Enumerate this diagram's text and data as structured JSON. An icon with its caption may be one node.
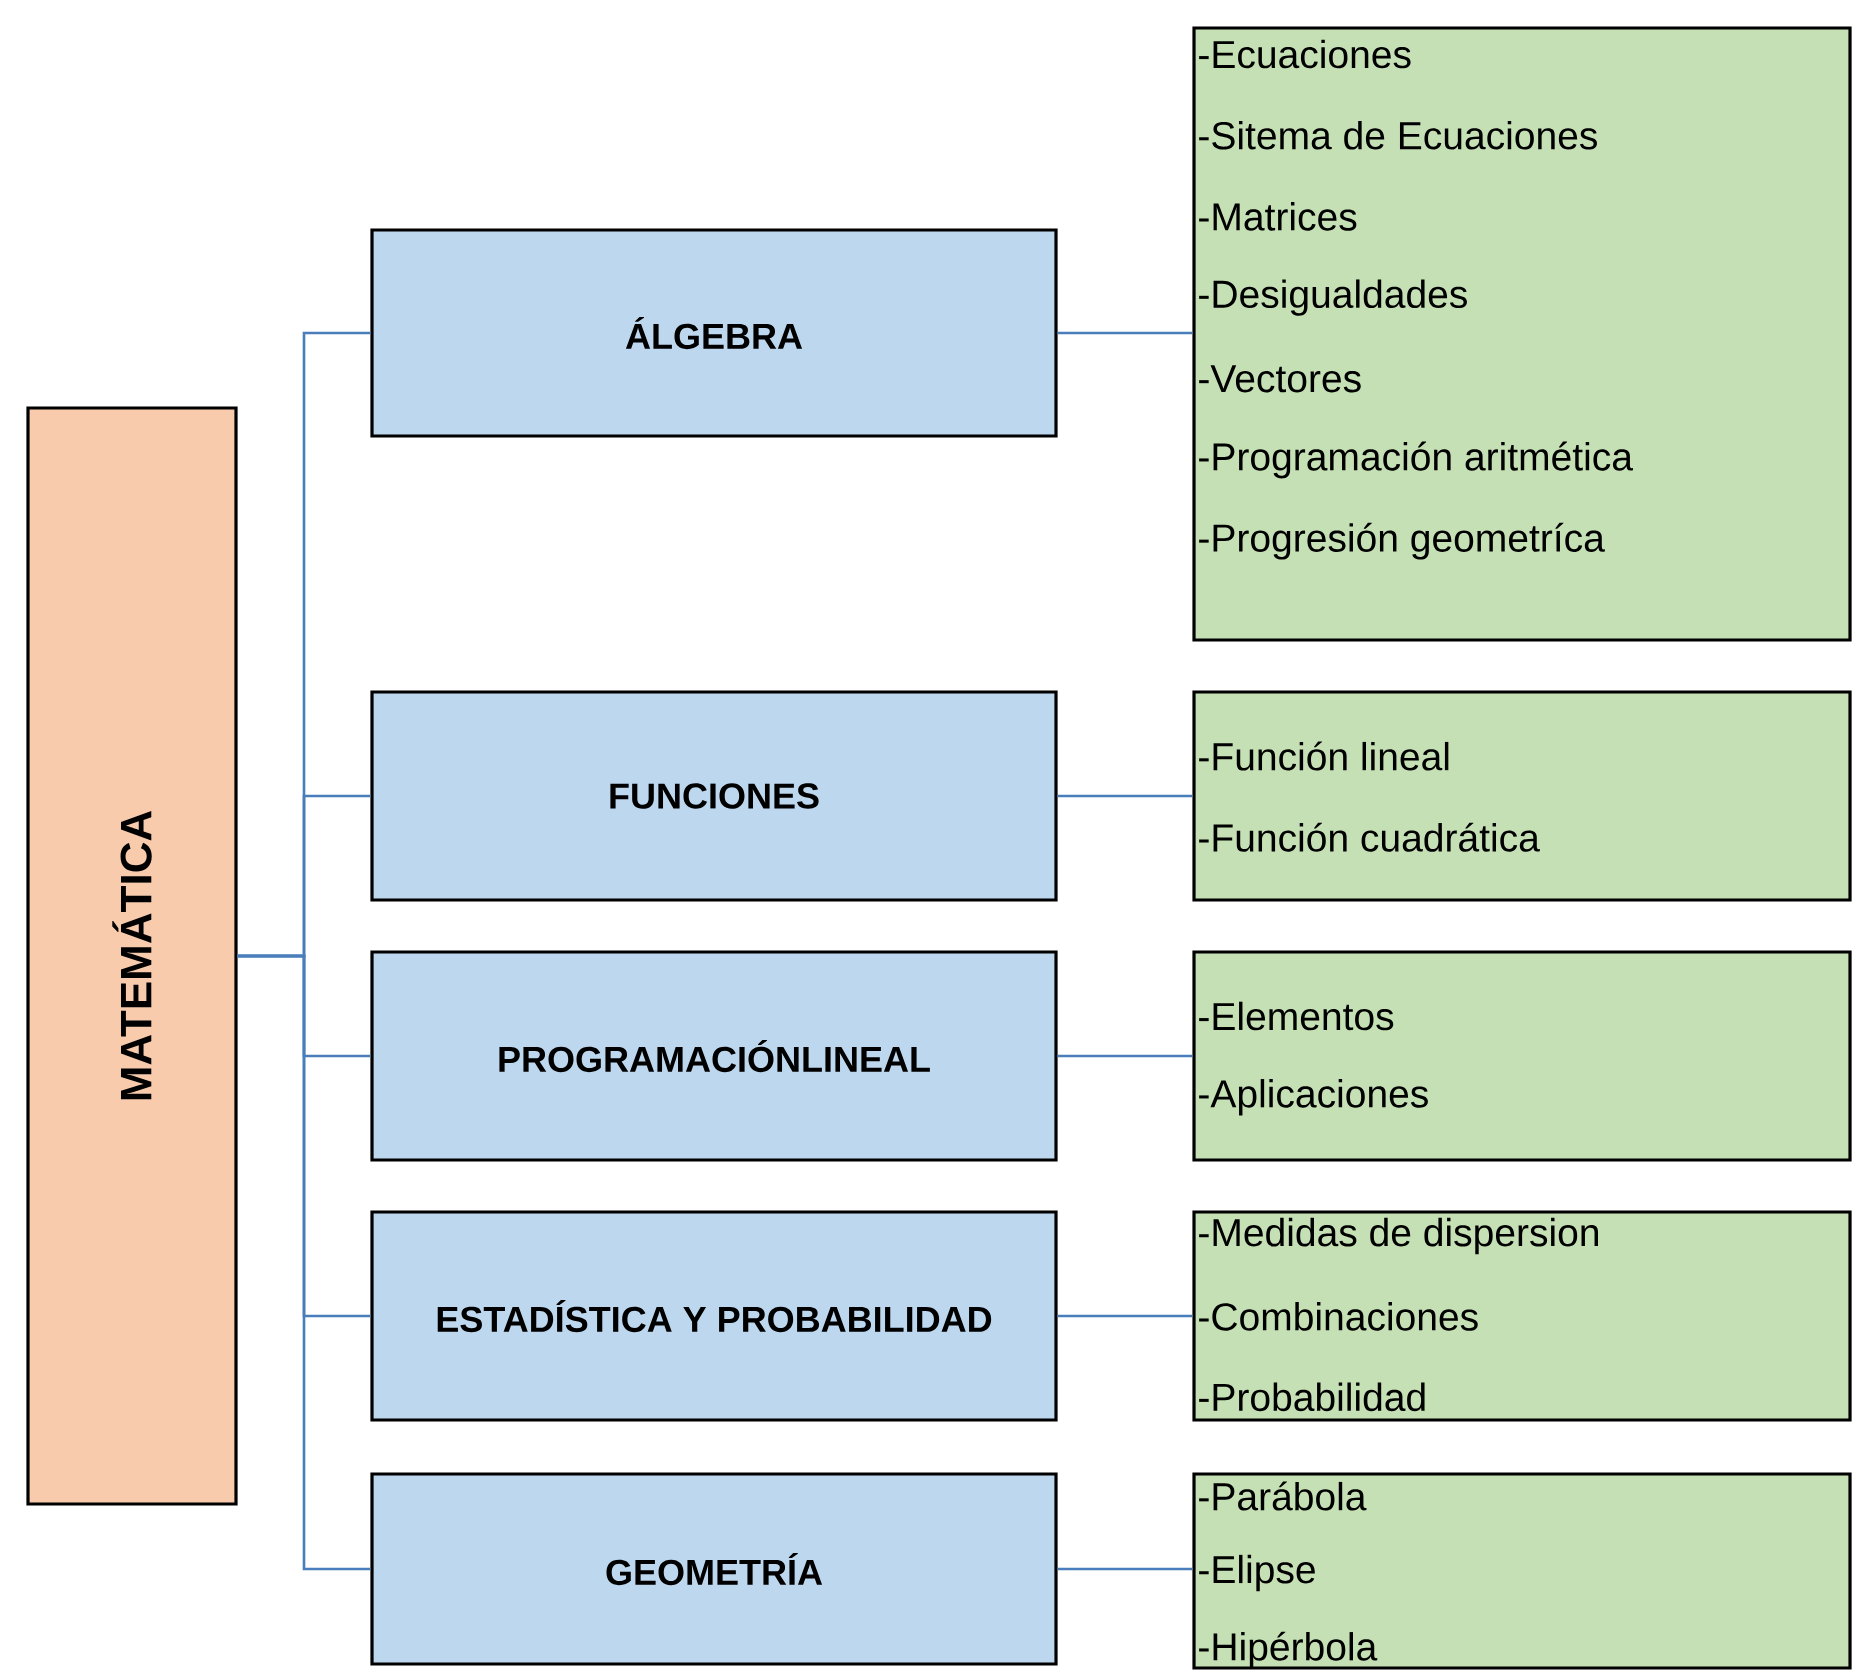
{
  "diagram": {
    "nodes": [
      {
        "text": [
          "MATEMÁTICA"
        ]
      },
      {
        "text": [
          "ÁLGEBRA"
        ]
      },
      {
        "text": [
          "FUNCIONES"
        ]
      },
      {
        "text": [
          "PROGRAMACIÓNLINEAL"
        ]
      },
      {
        "text": [
          "ESTADÍSTICA Y PROBABILIDAD"
        ]
      },
      {
        "text": [
          "GEOMETRÍA"
        ]
      },
      {
        "text": [
          "-Ecuaciones",
          "-Sitema de Ecuaciones",
          "-Matrices",
          "-Desigualdades",
          "-Vectores",
          "-Programación aritmética",
          "-Progresión geometríca"
        ]
      },
      {
        "text": [
          "-Función lineal",
          "-Función cuadrática"
        ]
      },
      {
        "text": [
          "-Elementos",
          "-Aplicaciones"
        ]
      },
      {
        "text": [
          "-Medidas de dispersion",
          "-Combinaciones",
          "-Probabilidad"
        ]
      },
      {
        "text": [
          "-Parábola",
          "-Elipse",
          "-Hipérbola"
        ]
      }
    ],
    "edges": [
      {
        "from": 0,
        "to": 1,
        "arrow": "none"
      },
      {
        "from": 0,
        "to": 2,
        "arrow": "none"
      },
      {
        "from": 0,
        "to": 3,
        "arrow": "none"
      },
      {
        "from": 0,
        "to": 4,
        "arrow": "none"
      },
      {
        "from": 0,
        "to": 5,
        "arrow": "none"
      },
      {
        "from": 1,
        "to": 6,
        "arrow": "none"
      },
      {
        "from": 2,
        "to": 7,
        "arrow": "none"
      },
      {
        "from": 3,
        "to": 8,
        "arrow": "none"
      },
      {
        "from": 4,
        "to": 9,
        "arrow": "none"
      },
      {
        "from": 5,
        "to": 10,
        "arrow": "none"
      }
    ]
  }
}
